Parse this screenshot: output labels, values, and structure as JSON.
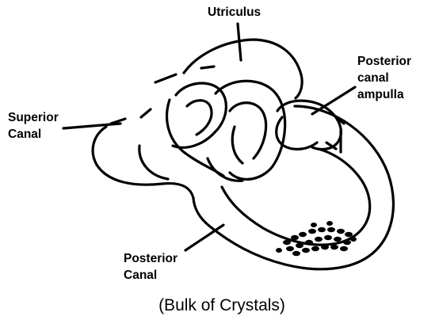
{
  "labels": {
    "utriculus": "Utriculus",
    "posterior_canal_ampulla": [
      "Posterior",
      "canal",
      "ampulla"
    ],
    "superior_canal": [
      "Superior",
      "Canal"
    ],
    "posterior_canal": [
      "Posterior",
      "Canal"
    ]
  },
  "caption": "(Bulk of Crystals)",
  "colors": {
    "line": "#000000",
    "fill": "#ffffff"
  }
}
